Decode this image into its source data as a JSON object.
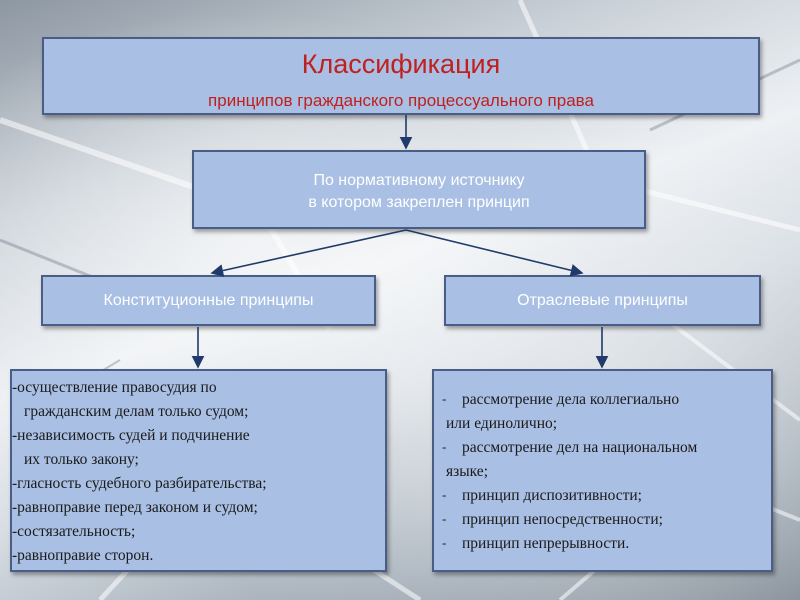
{
  "title": {
    "main": "Классификация",
    "sub": "принципов гражданского процессуального права"
  },
  "source": {
    "line1": "По нормативному источнику",
    "line2": "в котором закреплен принцип"
  },
  "categories": {
    "constitutional": "Конституционные принципы",
    "branch": "Отраслевые принципы"
  },
  "constitutional_list": [
    "-осуществление правосудия по",
    "гражданским делам только судом;",
    "-независимость судей и подчинение",
    "их только закону;",
    "-гласность судебного разбирательства;",
    "-равноправие перед законом и судом;",
    "-состязательность;",
    "-равноправие сторон."
  ],
  "branch_list": [
    "рассмотрение дела коллегиально",
    "или единолично;",
    "рассмотрение дел на национальном",
    "языке;",
    "принцип диспозитивности;",
    "принцип непосредственности;",
    "принцип непрерывности."
  ],
  "colors": {
    "box_fill": "#a9bfe3",
    "box_border": "#4a5d86",
    "title_text": "#c0201e",
    "arrow": "#1f3a6b"
  }
}
